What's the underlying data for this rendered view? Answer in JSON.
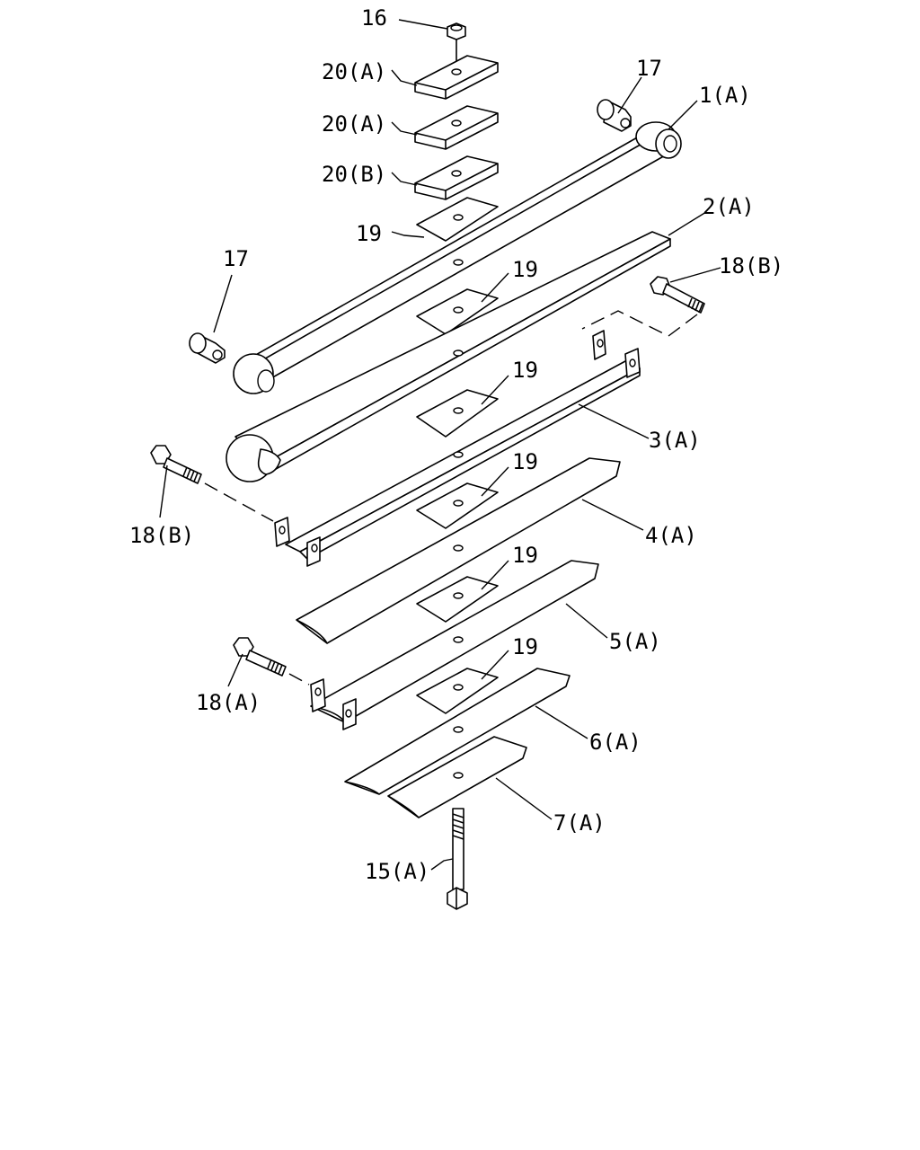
{
  "diagram": {
    "callouts": {
      "c16": "16",
      "c20a_1": "20(A)",
      "c20a_2": "20(A)",
      "c20b": "20(B)",
      "c19_top": "19",
      "c17_right": "17",
      "c17_left": "17",
      "c1a": "1(A)",
      "c2a": "2(A)",
      "c18b_right": "18(B)",
      "c19_2": "19",
      "c19_3": "19",
      "c3a": "3(A)",
      "c19_4": "19",
      "c18b_left": "18(B)",
      "c4a": "4(A)",
      "c19_5": "19",
      "c5a": "5(A)",
      "c18a": "18(A)",
      "c19_6": "19",
      "c6a": "6(A)",
      "c7a": "7(A)",
      "c15a": "15(A)"
    }
  }
}
